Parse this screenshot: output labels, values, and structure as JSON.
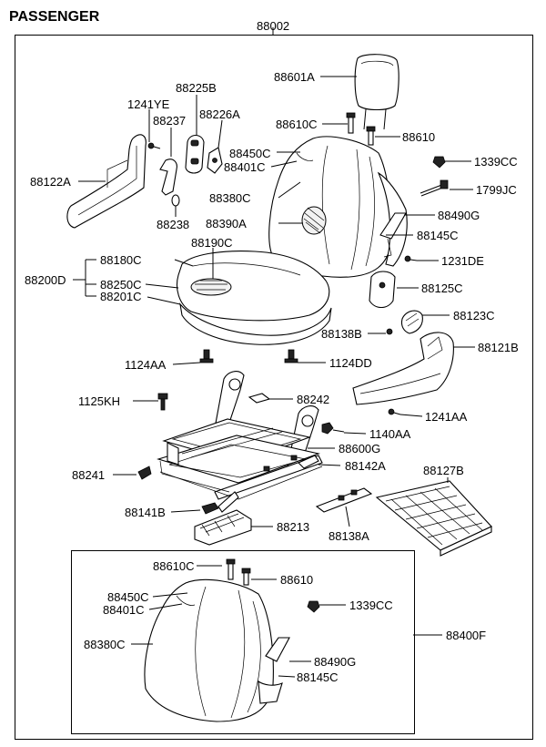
{
  "header": {
    "title": "PASSENGER",
    "assembly_no": "88002"
  },
  "upper_labels": {
    "p88601A": "88601A",
    "p88610C": "88610C",
    "p88610": "88610",
    "p1339CC": "1339CC",
    "p1799JC": "1799JC",
    "p1241YE": "1241YE",
    "p88225B": "88225B",
    "p88237": "88237",
    "p88226A": "88226A",
    "p88450C": "88450C",
    "p88401C": "88401C",
    "p88122A": "88122A",
    "p88380C": "88380C",
    "p88490G": "88490G",
    "p88238": "88238",
    "p88390A": "88390A",
    "p88145C": "88145C",
    "p88180C": "88180C",
    "p88190C": "88190C",
    "p1231DE": "1231DE",
    "p88200D": "88200D",
    "p88250C": "88250C",
    "p88201C": "88201C",
    "p88125C": "88125C",
    "p88123C": "88123C",
    "p88138B": "88138B",
    "p88121B": "88121B",
    "p1124AA": "1124AA",
    "p1124DD": "1124DD",
    "p1125KH": "1125KH",
    "p88242": "88242",
    "p1241AA": "1241AA",
    "p1140AA": "1140AA",
    "p88600G": "88600G",
    "p88241": "88241",
    "p88142A": "88142A",
    "p88127B": "88127B",
    "p88141B": "88141B",
    "p88213": "88213",
    "p88138A": "88138A"
  },
  "sub_assembly": {
    "assembly_no": "88400F",
    "labels": {
      "p88610C": "88610C",
      "p88610": "88610",
      "p88450C": "88450C",
      "p88401C": "88401C",
      "p1339CC": "1339CC",
      "p88380C": "88380C",
      "p88490G": "88490G",
      "p88145C": "88145C"
    }
  }
}
